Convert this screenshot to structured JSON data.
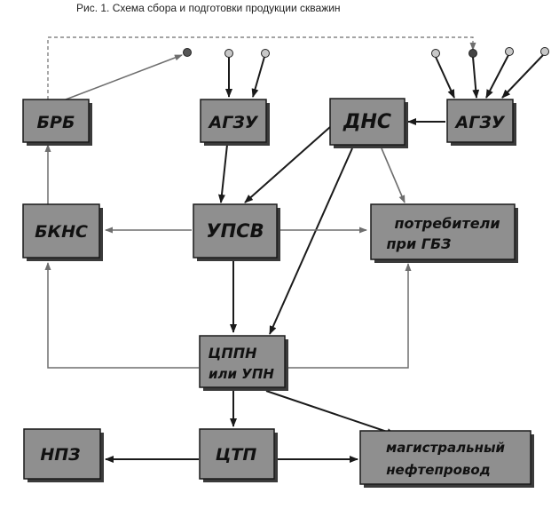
{
  "caption": "Рис. 1. Схема сбора и подготовки продукции скважин",
  "colors": {
    "box_fill": "#8f8f8f",
    "box_shadow": "#3a3a3a",
    "line": "#1a1a1a",
    "line_light": "#6e6e6e",
    "well_fill": "#c8c8c8",
    "well_dark": "#444444"
  },
  "nodes": {
    "brb": "БРБ",
    "agzu_1": "АГЗУ",
    "dns": "ДНС",
    "agzu_2": "АГЗУ",
    "bkns": "БКНС",
    "upsv": "УПСВ",
    "consumers": [
      "потребители",
      "при ГБЗ"
    ],
    "uppn": [
      "ЦППН",
      "или УПН"
    ],
    "npz": "НПЗ",
    "ctp": "ЦТП",
    "pipeline": [
      "магистральный",
      "нефтепровод"
    ]
  }
}
